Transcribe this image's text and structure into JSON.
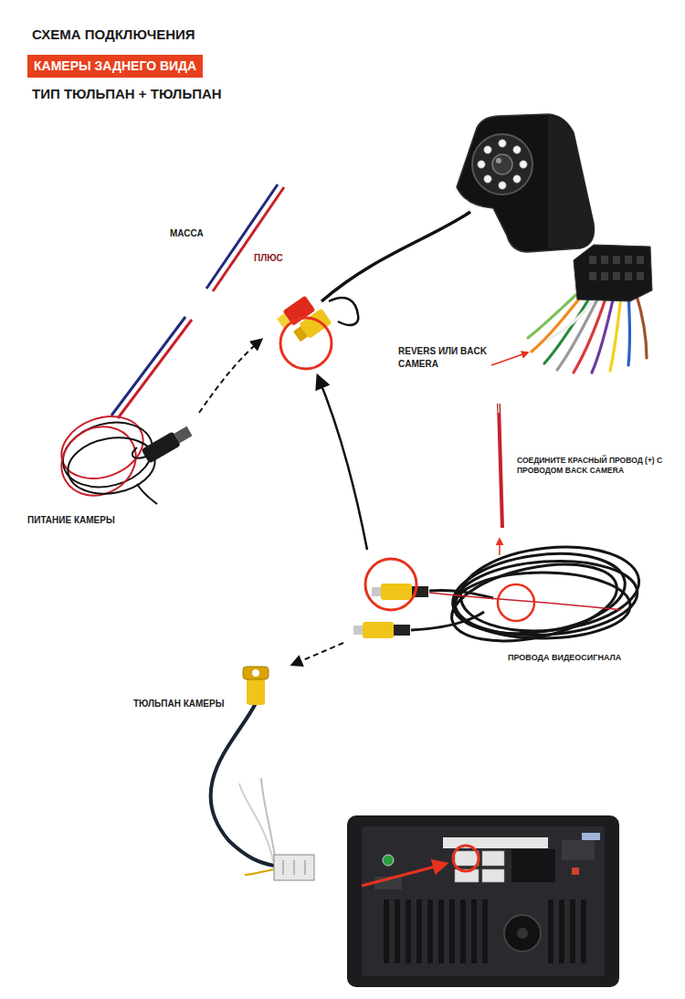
{
  "diagram": {
    "title": "СХЕМА ПОДКЛЮЧЕНИЯ",
    "labels": [
      "КАМЕРЫ ЗАДНЕГО ВИДА",
      "ТИП ТЮЛЬПАН + ТЮЛЬПАН",
      "МАССА",
      "ПЛЮС",
      "ПИТАНИЕ КАМЕРЫ",
      "REVERS ИЛИ BACK CAMERA",
      "СОЕДИНИТЕ КРАСНЫЙ ПРОВОД (+) С ПРОВОДОМ BACK CAMERA",
      "ПРОВОДА ВИДЕОСИГНАЛА",
      "ТЮЛЬПАН КАМЕРЫ"
    ]
  }
}
